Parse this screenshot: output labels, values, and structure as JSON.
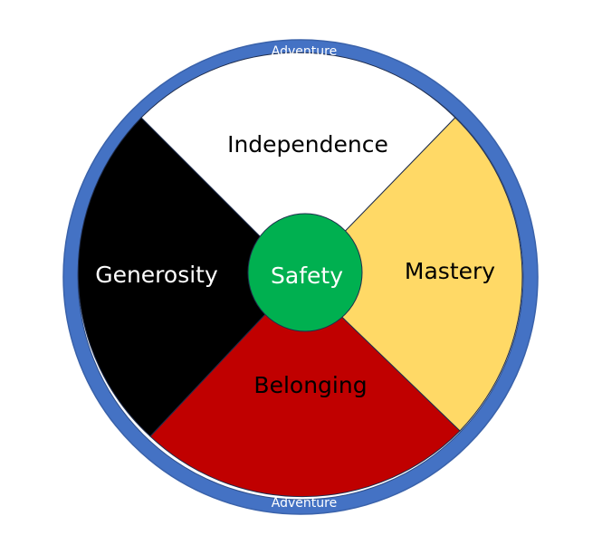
{
  "diagram": {
    "ring": {
      "top_label": "Adventure",
      "bottom_label": "Adventure",
      "color": "#4472c4",
      "label_color": "#ffffff"
    },
    "quadrants": {
      "top": {
        "label": "Independence",
        "fill": "#ffffff",
        "text_color": "#000000"
      },
      "right": {
        "label": "Mastery",
        "fill": "#ffd966",
        "text_color": "#000000"
      },
      "bottom": {
        "label": "Belonging",
        "fill": "#c00000",
        "text_color": "#000000"
      },
      "left": {
        "label": "Generosity",
        "fill": "#000000",
        "text_color": "#ffffff"
      }
    },
    "center": {
      "label": "Safety",
      "fill": "#00b050",
      "text_color": "#ffffff"
    }
  }
}
